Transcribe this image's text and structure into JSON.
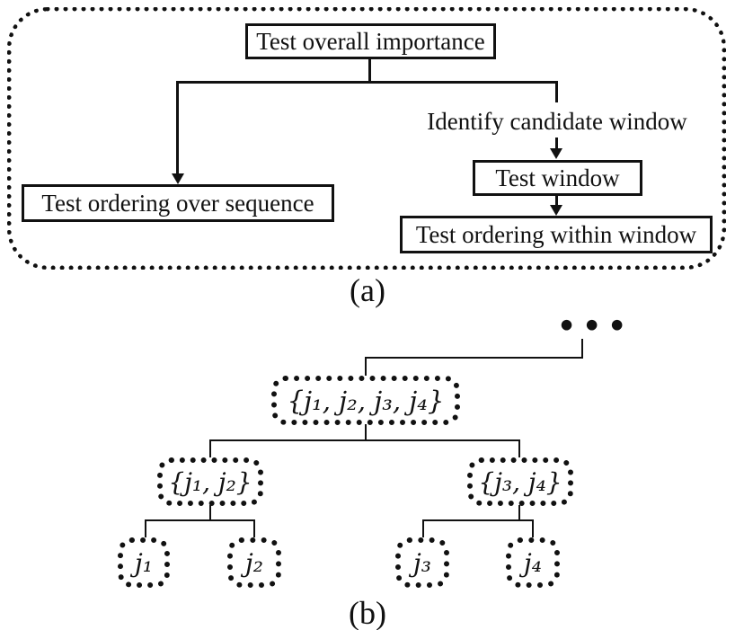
{
  "panel_a": {
    "caption": "(a)",
    "nodes": {
      "overall_importance": "Test overall importance",
      "ordering_over_sequence": "Test ordering over sequence",
      "identify_candidate_window": "Identify candidate window",
      "test_window": "Test window",
      "ordering_within_window": "Test ordering within window"
    }
  },
  "panel_b": {
    "caption": "(b)",
    "ellipsis": "•••",
    "nodes": {
      "root": "{j₁, j₂, j₃, j₄}",
      "left_pair": "{j₁, j₂}",
      "right_pair": "{j₃, j₄}",
      "leaf_j1": "j₁",
      "leaf_j2": "j₂",
      "leaf_j3": "j₃",
      "leaf_j4": "j₄"
    }
  },
  "colors": {
    "ink": "#111111",
    "background": "#ffffff"
  }
}
